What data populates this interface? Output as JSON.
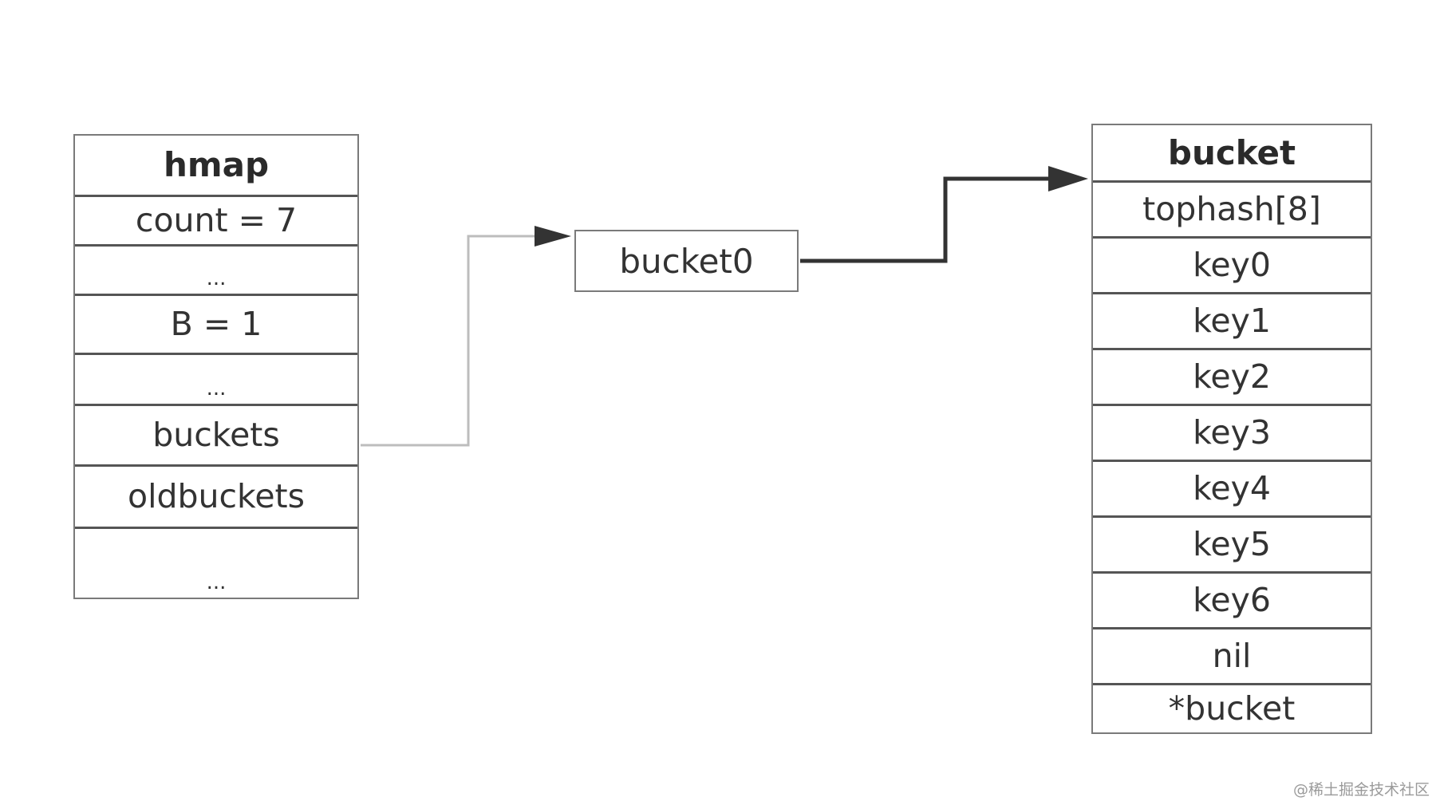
{
  "hmap": {
    "title": "hmap",
    "rows": {
      "count": "count = 7",
      "ellipsis1": "...",
      "b": "B = 1",
      "ellipsis2": "...",
      "buckets": "buckets",
      "oldbuckets": "oldbuckets",
      "ellipsis3": "..."
    }
  },
  "bucket0": {
    "label": "bucket0"
  },
  "bucket": {
    "title": "bucket",
    "rows": {
      "tophash": "tophash[8]",
      "key0": "key0",
      "key1": "key1",
      "key2": "key2",
      "key3": "key3",
      "key4": "key4",
      "key5": "key5",
      "key6": "key6",
      "nil": "nil",
      "overflow": "*bucket"
    }
  },
  "watermark": "@稀土掘金技术社区",
  "colors": {
    "border": "#555555",
    "light_arrow": "#bdbdbd",
    "dark_arrow": "#333333"
  }
}
